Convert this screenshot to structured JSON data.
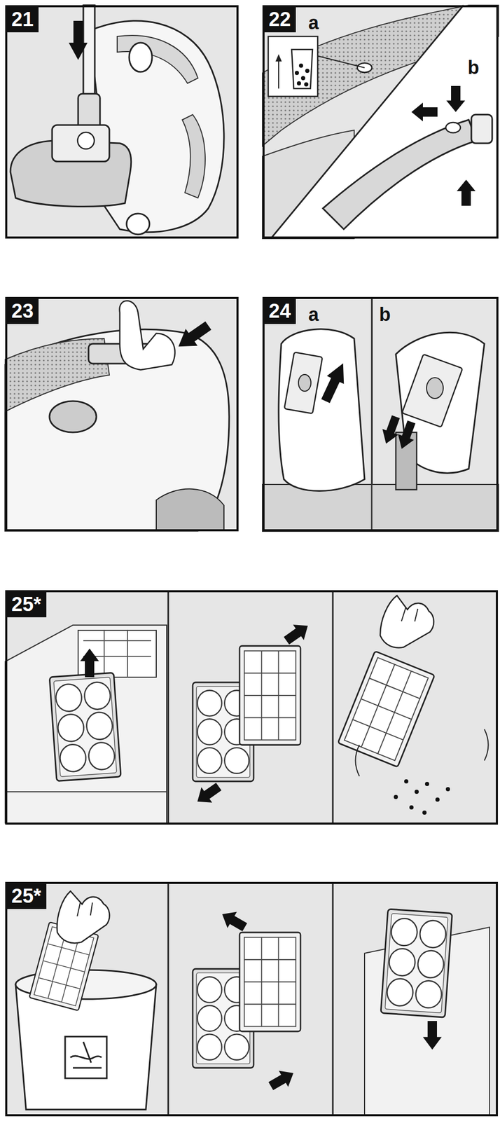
{
  "diagram": {
    "nodes": [
      {
        "text": [
          "21"
        ]
      },
      {
        "text": [
          "22",
          "a",
          "b"
        ]
      },
      {
        "text": [
          "23"
        ]
      },
      {
        "text": [
          "24",
          "a",
          "b"
        ]
      },
      {
        "text": [
          "25*"
        ]
      },
      {
        "text": [
          "25*"
        ]
      }
    ]
  }
}
